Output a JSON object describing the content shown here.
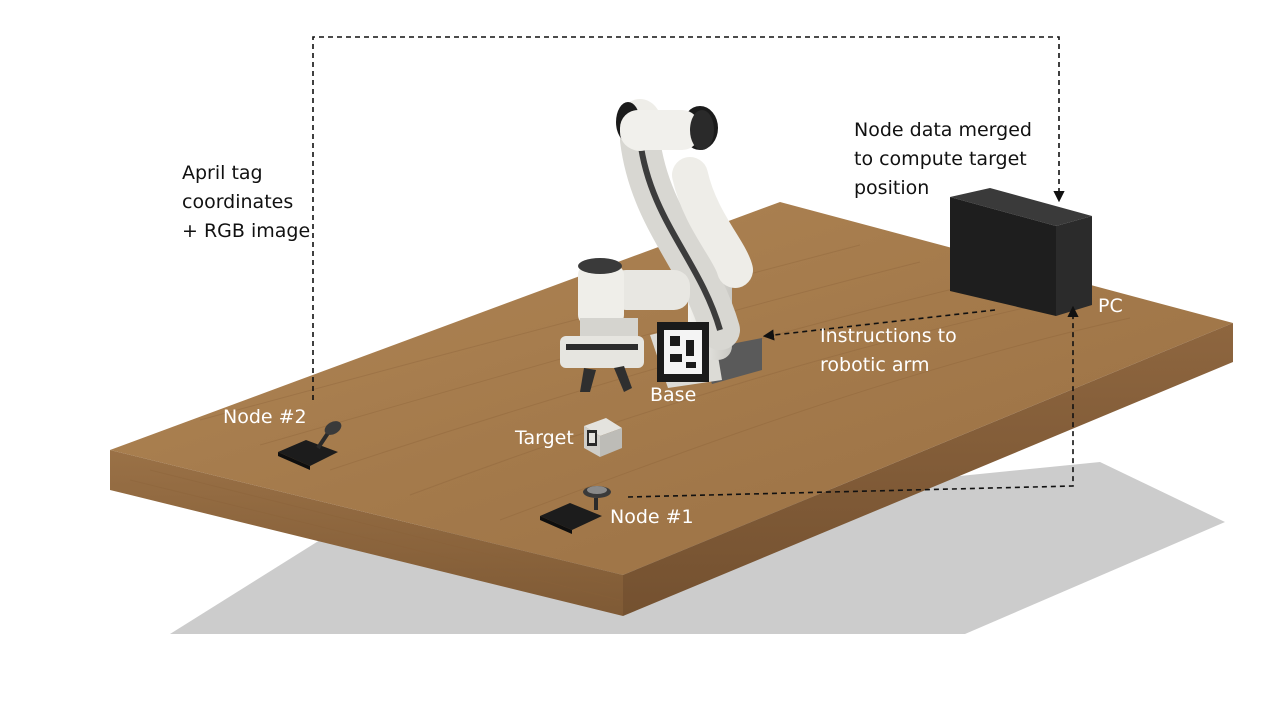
{
  "diagram": {
    "labels": {
      "april_tag_lines": [
        "April tag",
        "coordinates",
        "+ RGB image"
      ],
      "node_data_lines": [
        "Node data merged",
        "to compute target",
        "position"
      ],
      "pc": "PC",
      "instructions_lines": [
        "Instructions to",
        "robotic arm"
      ],
      "base": "Base",
      "target": "Target",
      "node2": "Node #2",
      "node1": "Node #1"
    },
    "colors": {
      "label_dark": "#111111",
      "label_light": "#ffffff",
      "wood": "#a67c4e",
      "pc_box": "#1e1e1e",
      "shadow": "#cccccc",
      "arrow": "#111111"
    },
    "icons": [
      "robotic-arm-icon",
      "april-tag-icon",
      "pc-box-icon",
      "camera-node-icon",
      "target-cube-icon"
    ]
  }
}
